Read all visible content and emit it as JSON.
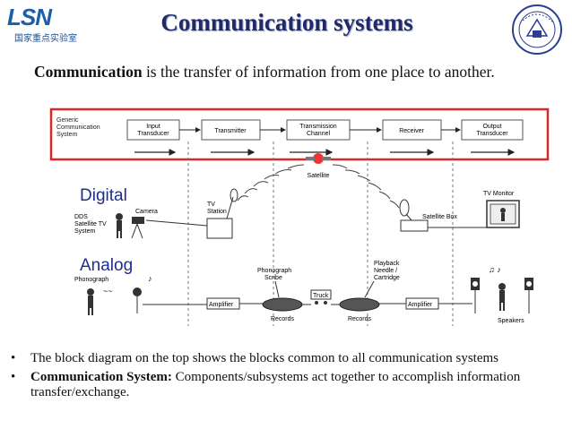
{
  "logo": {
    "mark": "LSN",
    "subtitle": "国家重点实验室"
  },
  "title": "Communication systems",
  "intro": {
    "term": "Communication",
    "rest": " is the transfer of information from one place to another."
  },
  "block_diagram": {
    "label_line1": "Generic",
    "label_line2": "Communication",
    "label_line3": "System",
    "blocks": [
      {
        "l1": "Input",
        "l2": "Transducer"
      },
      {
        "l1": "Transmitter",
        "l2": ""
      },
      {
        "l1": "Transmission",
        "l2": "Channel"
      },
      {
        "l1": "Receiver",
        "l2": ""
      },
      {
        "l1": "Output",
        "l2": "Transducer"
      }
    ]
  },
  "illustration": {
    "digital_label": "Digital",
    "analog_label": "Analog",
    "satellite": "Satellite",
    "dds_1": "DDS",
    "dds_2": "Satellite TV",
    "dds_3": "System",
    "camera": "Camera",
    "tv_station_1": "TV",
    "tv_station_2": "Station",
    "satellite_box": "Satellite Box",
    "tv_monitor": "TV Monitor",
    "phonograph": "Phonograph",
    "scribe_1": "Phonograph",
    "scribe_2": "Scribe",
    "playback_1": "Playback",
    "playback_2": "Needle /",
    "playback_3": "Cartridge",
    "truck": "Truck",
    "amplifier": "Amplifier",
    "records": "Records",
    "speakers": "Speakers"
  },
  "bullets": [
    {
      "bold": "",
      "text": "The  block diagram on the top shows the blocks common to all communication systems"
    },
    {
      "bold": "Communication System:",
      "text": " Components/subsystems act together to accomplish information transfer/exchange."
    }
  ]
}
